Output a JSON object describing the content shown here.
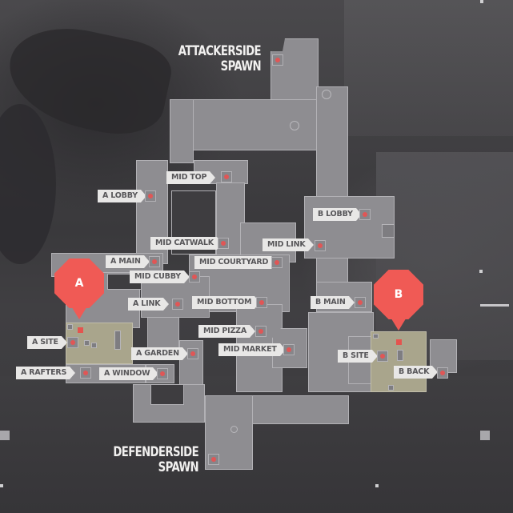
{
  "map": {
    "spawns": {
      "attacker": {
        "line1": "ATTACKERSIDE",
        "line2": "SPAWN"
      },
      "defender": {
        "line1": "DEFENDERSIDE",
        "line2": "SPAWN"
      }
    },
    "sites": [
      {
        "id": "A",
        "label": "A",
        "color": "#f05a55"
      },
      {
        "id": "B",
        "label": "B",
        "color": "#f05a55"
      }
    ],
    "callouts": [
      {
        "name": "MID TOP"
      },
      {
        "name": "A LOBBY"
      },
      {
        "name": "B LOBBY"
      },
      {
        "name": "MID CATWALK"
      },
      {
        "name": "MID LINK"
      },
      {
        "name": "A MAIN"
      },
      {
        "name": "MID COURTYARD"
      },
      {
        "name": "MID CUBBY"
      },
      {
        "name": "A LINK"
      },
      {
        "name": "MID BOTTOM"
      },
      {
        "name": "B MAIN"
      },
      {
        "name": "MID PIZZA"
      },
      {
        "name": "A SITE"
      },
      {
        "name": "A GARDEN"
      },
      {
        "name": "MID MARKET"
      },
      {
        "name": "B SITE"
      },
      {
        "name": "A RAFTERS"
      },
      {
        "name": "A WINDOW"
      },
      {
        "name": "B BACK"
      }
    ],
    "colors": {
      "floor": "#8e8d91",
      "site_zone": "#a9a58c",
      "marker": "#e05656",
      "pin": "#f05a55",
      "label_bg": "#e8e7e6",
      "label_text": "#58575a"
    }
  }
}
